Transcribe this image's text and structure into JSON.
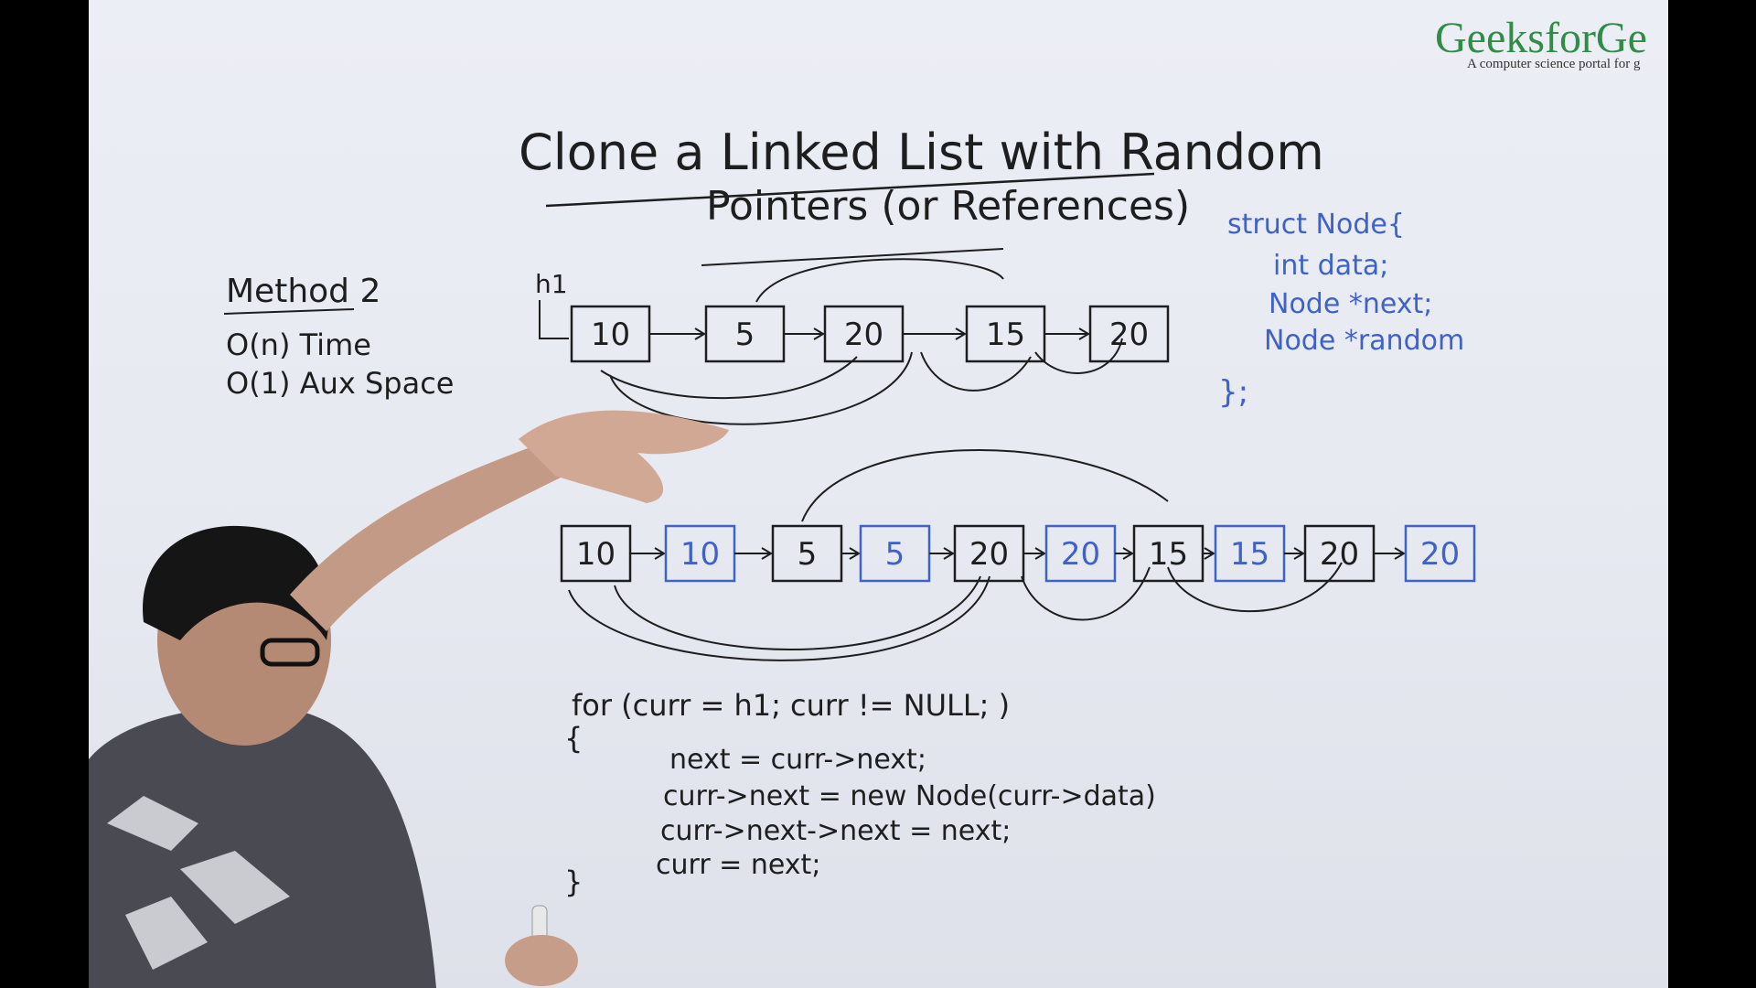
{
  "brand": {
    "name": "GeeksforGe",
    "tagline": "A computer science portal for g",
    "color": "#2f8d46"
  },
  "board": {
    "title_line1": "Clone a Linked List with Random",
    "title_line2": "Pointers (or References)",
    "method": {
      "heading": "Method 2",
      "time": "O(n) Time",
      "space": "O(1) Aux Space"
    },
    "head_label": "h1",
    "struct": [
      "struct Node{",
      "int data;",
      "Node *next;",
      "Node *random",
      "};"
    ],
    "list_original": [
      "10",
      "5",
      "20",
      "15",
      "20"
    ],
    "list_interleaved": [
      "10",
      "10",
      "5",
      "5",
      "20",
      "20",
      "15",
      "15",
      "20",
      "20"
    ],
    "code": [
      "for (curr = h1;    curr != NULL;    )",
      "{",
      "next = curr->next;",
      "curr->next = new Node(curr->data)",
      "curr->next->next = next;",
      "curr = next;",
      "}"
    ]
  },
  "ink": {
    "black": "#1e1e1e",
    "blue": "#3f62c8"
  }
}
